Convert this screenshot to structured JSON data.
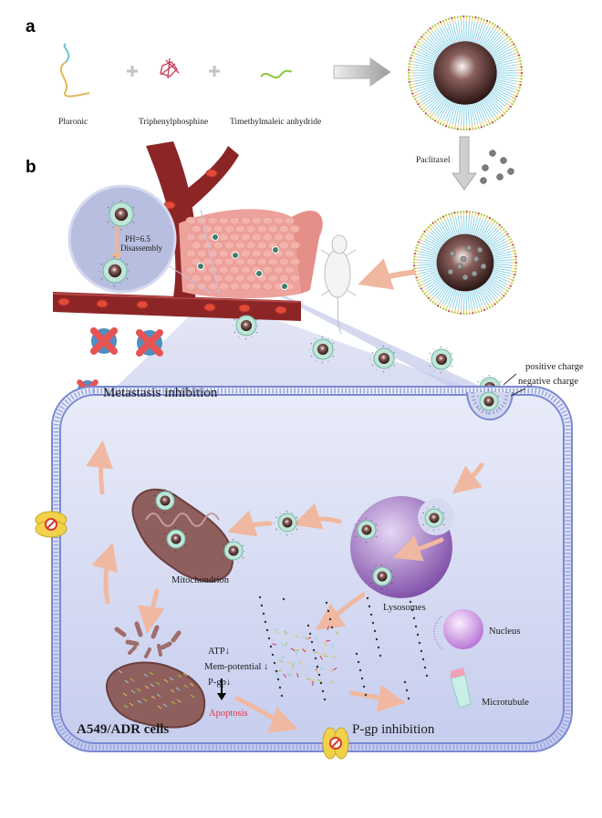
{
  "panels": {
    "a": "a",
    "b": "b"
  },
  "components": {
    "pluronic": "Pluronic",
    "triphenylphosphine": "Triphenylphosphine",
    "anhydride": "Timethylmaleic anhydride",
    "plus": "+"
  },
  "labels": {
    "paclitaxel": "Paclitaxel",
    "ph": "PH=6.5",
    "disassembly": "Disassembly",
    "metastasis": "Metastasis inhibition",
    "positive_charge": "positive charge",
    "negative_charge": "negative charge",
    "mitochondrion": "Mitochondrion",
    "lysosomes": "Lysosomes",
    "nucleus": "Nucleus",
    "microtubule": "Microtubule",
    "atp": "ATP↓",
    "mem_potential": "Mem-potential ↓",
    "pgp": "P-gp↓",
    "apoptosis": "Apoptosis",
    "cells": "A549/ADR cells",
    "pgp_inhibition": "P-gp inhibition"
  },
  "colors": {
    "vessel": "#8c2526",
    "tissue": "#ec9c96",
    "cell_fill": "#d7dcf1",
    "membrane": "#7a88d3",
    "arrow": "#f0b8a0",
    "lysosome": "#8e5fb7",
    "mitochondrion": "#8f5f5d",
    "pgp": "#f1d24a",
    "cross": "#e55353",
    "cross_bg": "#4f8fc2"
  }
}
